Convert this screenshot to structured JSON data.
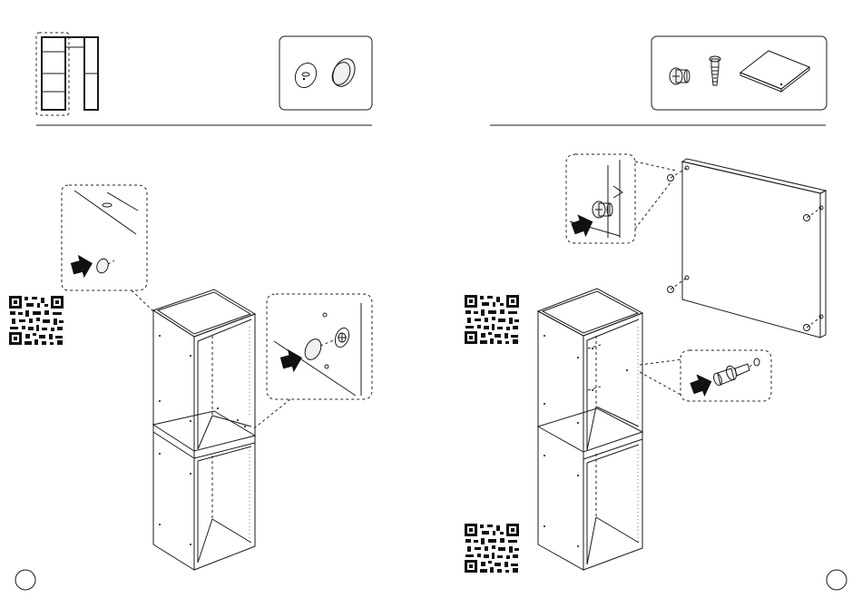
{
  "document": {
    "type": "assembly-instructions",
    "pages": [
      "left",
      "right"
    ]
  },
  "left_page": {
    "overview_icon": "wardrobe-module-overview-icon",
    "hardware_icons": [
      "cam-lock-cover-cap-icon",
      "round-cover-cap-icon"
    ],
    "callouts": [
      "cover-cap-top-detail",
      "cover-cap-side-detail"
    ],
    "qr_code": "qr-code-icon"
  },
  "right_page": {
    "hardware_icons": [
      "cam-lock-icon",
      "cam-bolt-icon",
      "back-panel-icon"
    ],
    "callouts": [
      "cam-lock-corner-detail",
      "cam-bolt-detail"
    ],
    "qr_codes": [
      "qr-code-icon",
      "qr-code-icon"
    ]
  },
  "colors": {
    "ink": "#1a1a1a",
    "paper": "#ffffff"
  }
}
